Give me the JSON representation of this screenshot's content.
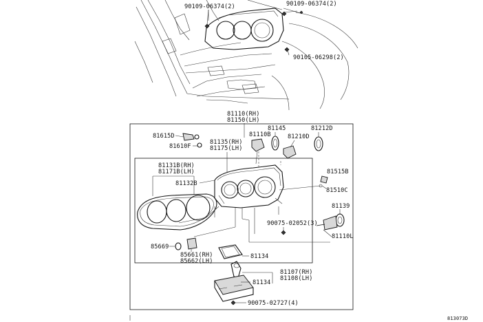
{
  "diagram": {
    "code": "813073D",
    "labels": {
      "bolt_left_top": "90109-06374(2)",
      "bolt_right_top": "90109-06374(2)",
      "bolt_lower": "90105-06298(2)",
      "assy_rh": "81110(RH)",
      "assy_lh": "81150(LH)",
      "p81615d": "81615D",
      "p81610f": "81610F",
      "p81135": "81135(RH)",
      "p81175": "81175(LH)",
      "p81110b": "81110B",
      "p81145": "81145",
      "p81210d": "81210D",
      "p81212d": "81212D",
      "p81131b": "81131B(RH)",
      "p81171b": "81171B(LH)",
      "p81132b": "81132B",
      "p81515b": "81515B",
      "p81510c": "81510C",
      "p81139": "81139",
      "p81110l": "81110L",
      "p90075_02052": "90075-02052(3)",
      "p85669": "85669",
      "p85661": "85661(RH)",
      "p85662": "85662(LH)",
      "p81134_a": "81134",
      "p81107": "81107(RH)",
      "p81108": "81108(LH)",
      "p81134_b": "81134",
      "p90075_02727": "90075-02727(4)"
    }
  }
}
